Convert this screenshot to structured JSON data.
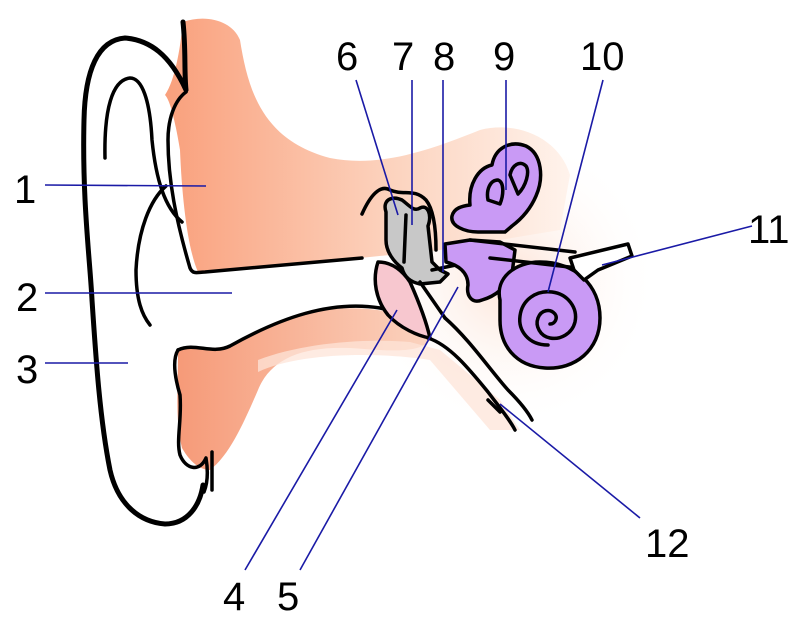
{
  "labels": [
    "1",
    "2",
    "3",
    "4",
    "5",
    "6",
    "7",
    "8",
    "9",
    "10",
    "11",
    "12"
  ],
  "colors": {
    "skin": "#f9a98a",
    "skin_light": "#fde4d8",
    "bone": "#c8c8c8",
    "drum": "#f7c7cf",
    "inner_ear": "#c99af5",
    "leader": "#1a1aa6",
    "outline": "#000000"
  }
}
